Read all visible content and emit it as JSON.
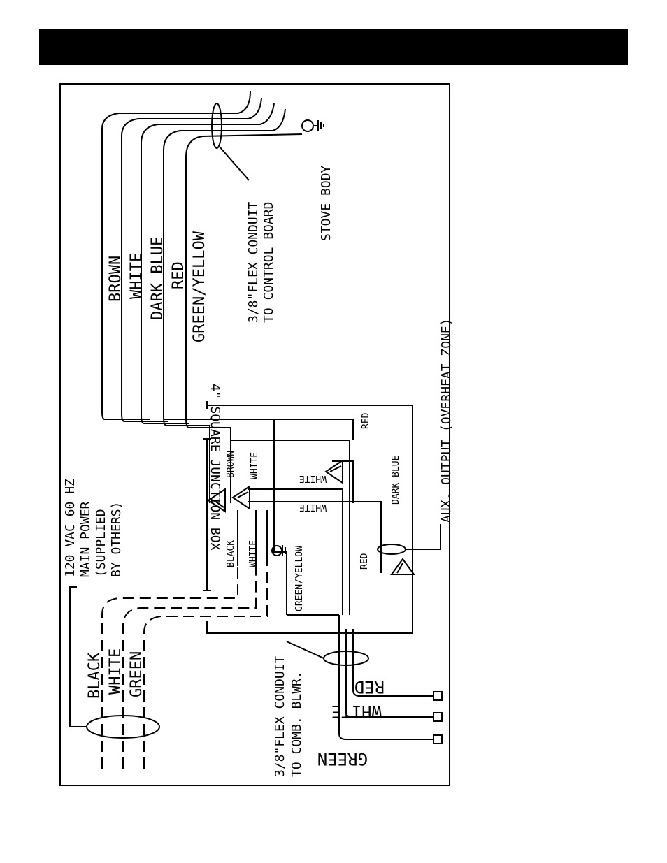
{
  "labels": {
    "brown": "BROWN",
    "white": "WHITE",
    "dark_blue": "DARK BLUE",
    "red": "RED",
    "green_yellow": "GREEN/YELLOW",
    "conduit_control": "3/8\"FLEX CONDUIT",
    "conduit_control_2": "TO CONTROL BOARD",
    "stove_body": "STOVE BODY",
    "junction_box": "4\" SQUARE JUNCTION BOX",
    "aux_output": "AUX. OUTPUT (OVERHEAT ZONE)",
    "main_power_1": "120 VAC 60 HZ",
    "main_power_2": "MAIN POWER",
    "main_power_3": "(SUPPLIED",
    "main_power_4": "BY OTHERS)",
    "black": "BLACK",
    "green": "GREEN",
    "conduit_blower": "3/8\"FLEX CONDUIT",
    "conduit_blower_2": "TO COMB. BLWR."
  },
  "small_labels": {
    "brown": "BROWN",
    "white_top": "WHITE",
    "black": "BLACK",
    "white_bottom": "WHITE",
    "white_mid1": "WHITE",
    "white_mid2": "WHITE",
    "red_top": "RED",
    "dark_blue": "DARK BLUE",
    "red_mid": "RED",
    "green_yellow": "GREEN/YELLOW"
  }
}
